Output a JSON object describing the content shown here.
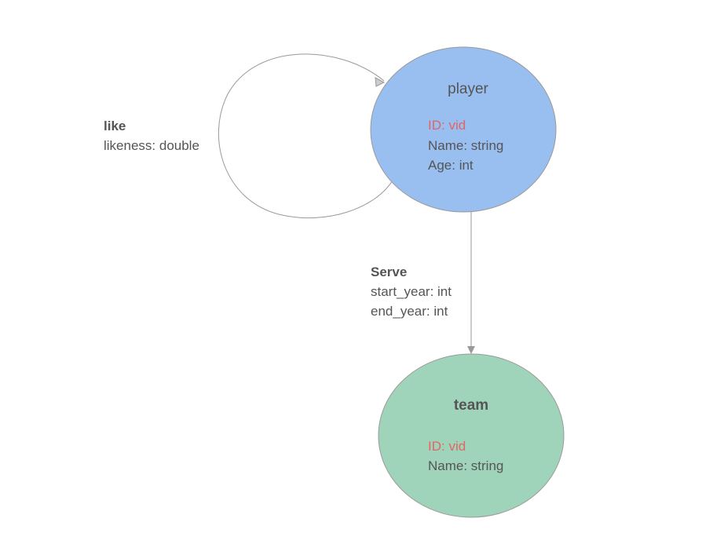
{
  "colors": {
    "player_fill": "#98bff0",
    "team_fill": "#a0d4ba",
    "id_text": "#e06666",
    "text": "#555555",
    "edge_line": "#999999"
  },
  "nodes": {
    "player": {
      "title": "player",
      "id_prop": "ID: vid",
      "props": [
        "Name: string",
        "Age: int"
      ]
    },
    "team": {
      "title": "team",
      "id_prop": "ID: vid",
      "props": [
        "Name: string"
      ]
    }
  },
  "edges": {
    "like": {
      "title": "like",
      "props": [
        "likeness: double"
      ]
    },
    "serve": {
      "title": "Serve",
      "props": [
        "start_year: int",
        "end_year: int"
      ]
    }
  }
}
